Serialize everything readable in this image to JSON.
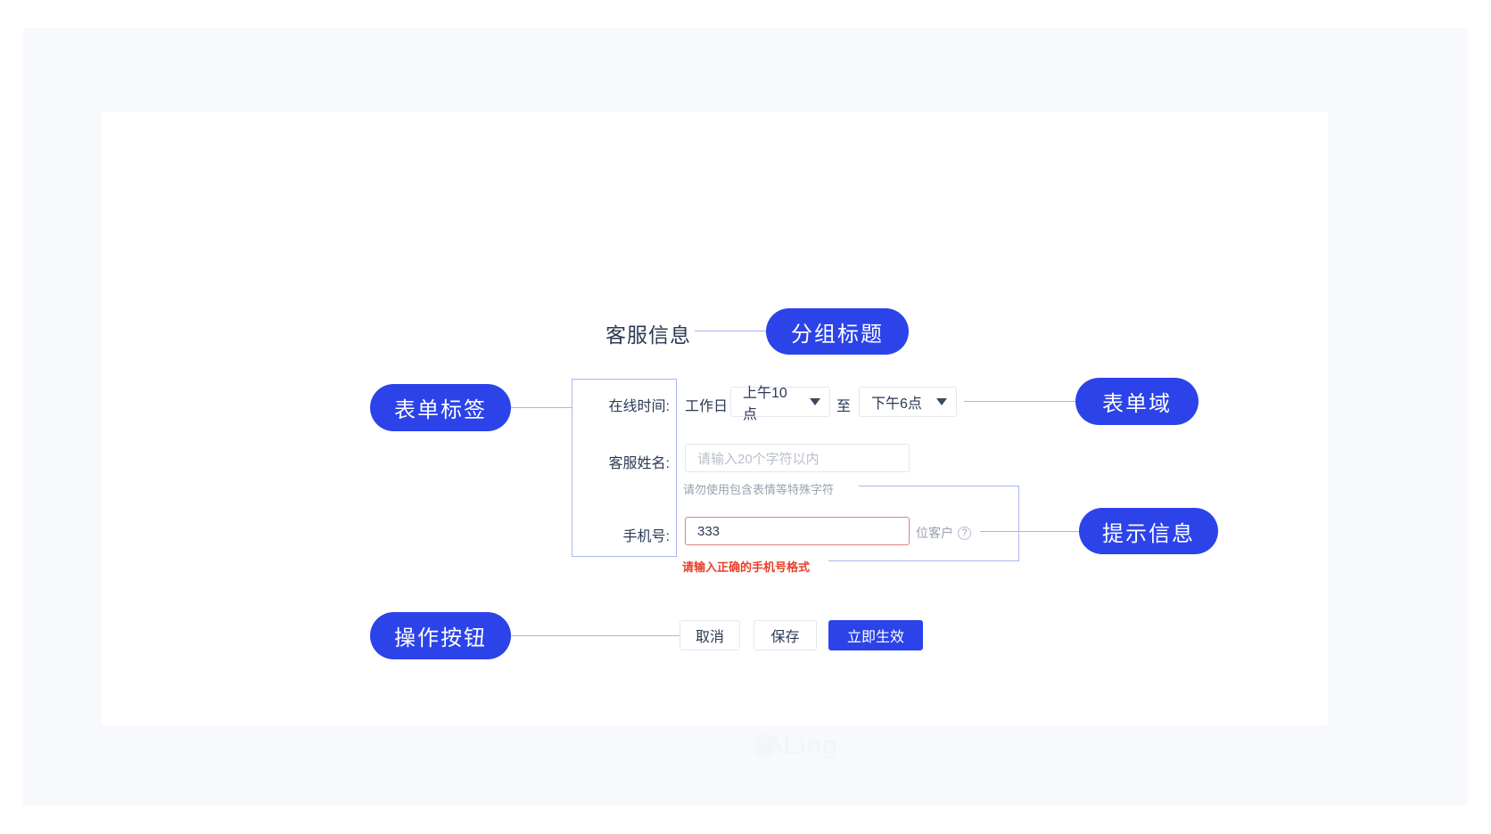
{
  "group": {
    "title": "客服信息"
  },
  "annotations": {
    "group_title_pill": "分组标题",
    "form_label_pill": "表单标签",
    "form_field_pill": "表单域",
    "hint_pill": "提示信息",
    "action_buttons_pill": "操作按钮"
  },
  "form": {
    "rows": [
      {
        "label": "在线时间:",
        "prefix_text": "工作日",
        "start_time": "上午10点",
        "separator_text": "至",
        "end_time": "下午6点"
      },
      {
        "label": "客服姓名:",
        "placeholder": "请输入20个字符以内",
        "helper": "请勿使用包含表情等特殊字符"
      },
      {
        "label": "手机号:",
        "value": "333",
        "suffix": "位客户",
        "suffix_icon": "question-circle-icon",
        "error": "请输入正确的手机号格式"
      }
    ]
  },
  "buttons": {
    "cancel": "取消",
    "save": "保存",
    "apply": "立即生效"
  },
  "watermark": {
    "text": "ALing"
  },
  "colors": {
    "accent": "#2b43e8",
    "connector": "#aab4f0",
    "error": "#e8402a",
    "error_border": "#e08080",
    "text": "#2b3a55",
    "muted": "#9aa1b1",
    "page_bg": "#f7f9fc"
  }
}
